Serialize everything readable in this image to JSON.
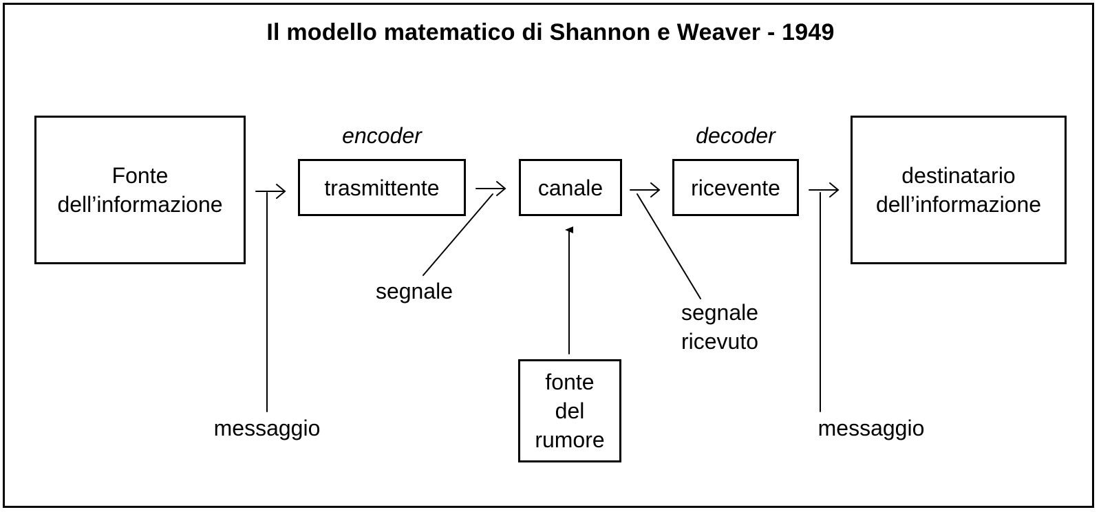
{
  "diagram": {
    "title": "Il modello matematico di Shannon e Weaver - 1949",
    "nodes": {
      "source": {
        "line1": "Fonte",
        "line2": "dell’informazione"
      },
      "transmitter": {
        "label": "trasmittente",
        "role": "encoder"
      },
      "channel": {
        "label": "canale"
      },
      "receiver": {
        "label": "ricevente",
        "role": "decoder"
      },
      "destination": {
        "line1": "destinatario",
        "line2": "dell’informazione"
      },
      "noise": {
        "line1": "fonte",
        "line2": "del",
        "line3": "rumore"
      }
    },
    "labels": {
      "message_left": "messaggio",
      "signal": "segnale",
      "received_signal_line1": "segnale",
      "received_signal_line2": "ricevuto",
      "message_right": "messaggio"
    }
  }
}
